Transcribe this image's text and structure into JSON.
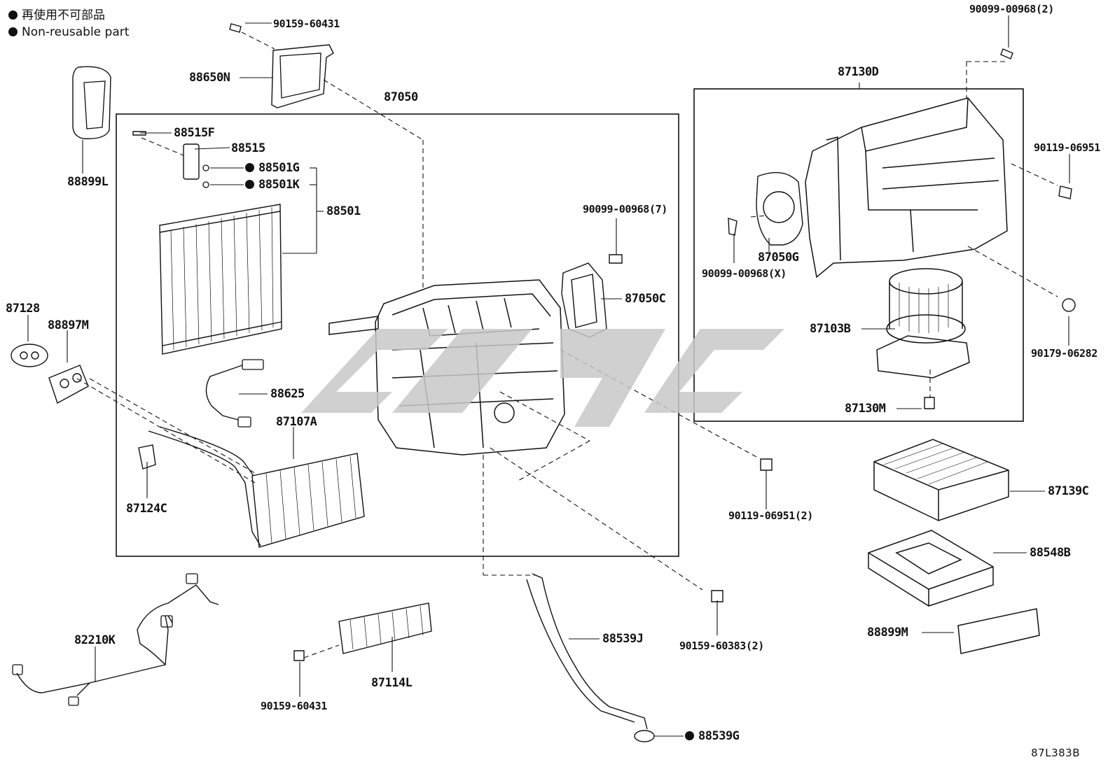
{
  "legend": {
    "jp": "再使用不可部品",
    "en": "Non-reusable part"
  },
  "watermark_color": "#c8c8c8",
  "labels": {
    "p90159_60431_top": "90159-60431",
    "p88650N": "88650N",
    "p87050": "87050",
    "p88899L": "88899L",
    "p88515F": "88515F",
    "p88515": "88515",
    "p88501G": "88501G",
    "p88501K": "88501K",
    "p88501": "88501",
    "p90099_00968_7": "90099-00968(7)",
    "p87050C": "87050C",
    "p87128": "87128",
    "p88897M": "88897M",
    "p88625": "88625",
    "p87107A": "87107A",
    "p87124C": "87124C",
    "p90119_06951_2": "90119-06951(2)",
    "p82210K": "82210K",
    "p87114L": "87114L",
    "p90159_60431_bottom": "90159-60431",
    "p88539J": "88539J",
    "p88539G": "88539G",
    "p90159_60383_2": "90159-60383(2)",
    "p90099_00968_2": "90099-00968(2)",
    "p87130D": "87130D",
    "p90119_06951": "90119-06951",
    "p87050G": "87050G",
    "p90099_00968_X": "90099-00968(X)",
    "p87103B": "87103B",
    "p90179_06282": "90179-06282",
    "p87130M": "87130M",
    "p87139C": "87139C",
    "p88548B": "88548B",
    "p88899M": "88899M"
  },
  "diagram_ref": "87L383B"
}
